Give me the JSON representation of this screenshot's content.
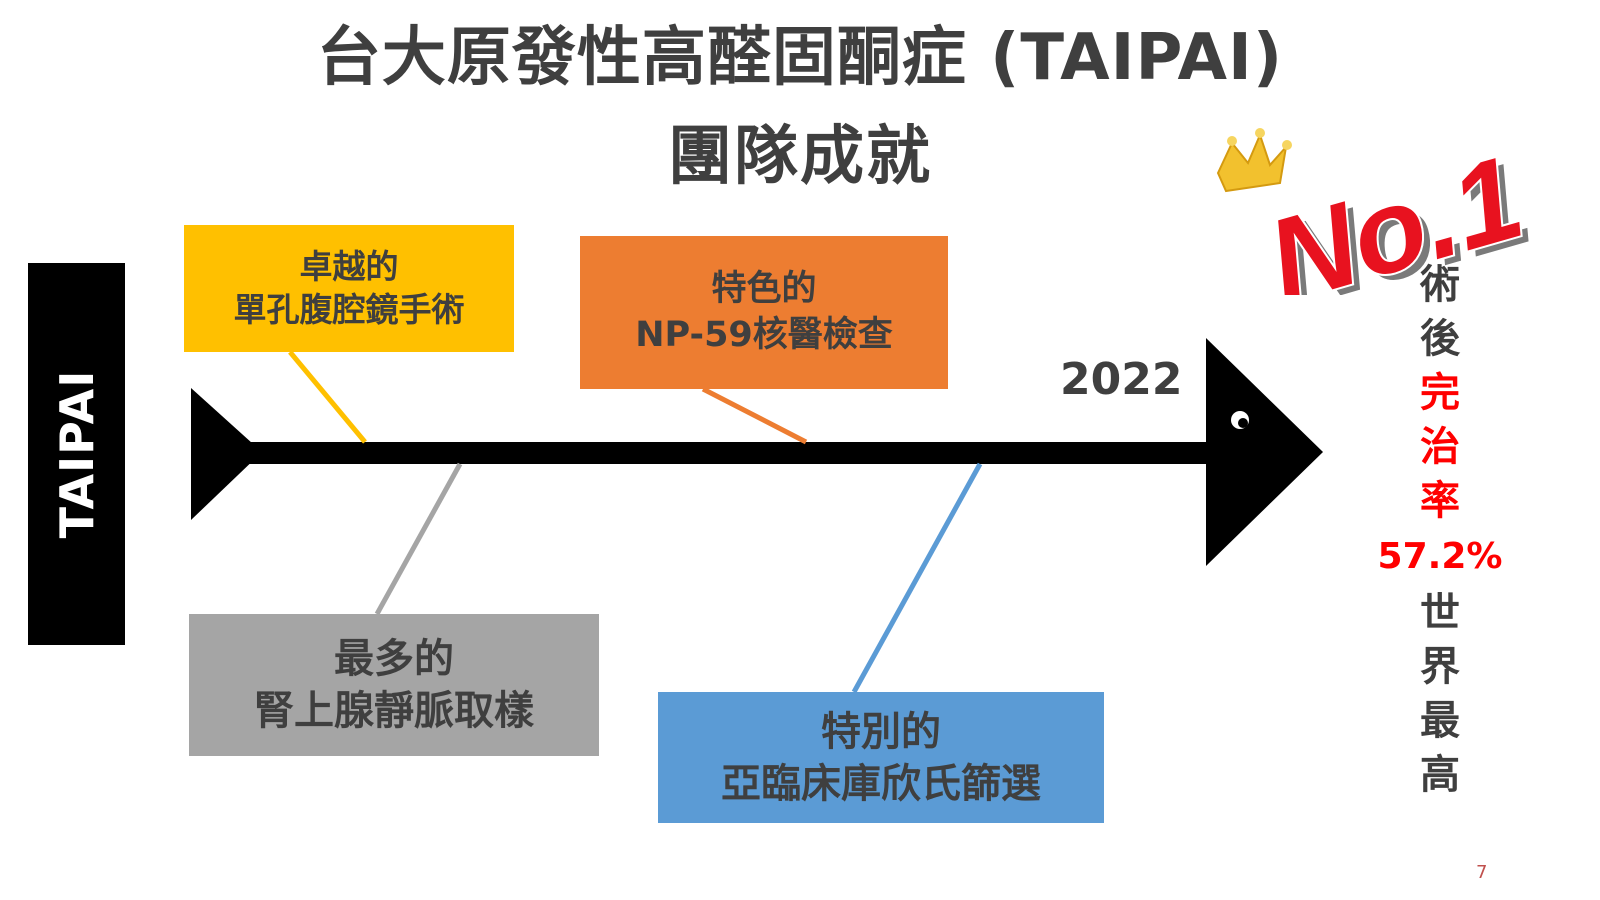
{
  "title": {
    "line1": "台大原發性高醛固酮症 (TAIPAI)",
    "line2": "團隊成就"
  },
  "side_label": "TAIPAI",
  "year": "2022",
  "boxes": {
    "surgery": {
      "line1": "卓越的",
      "line2": "單孔腹腔鏡手術",
      "color": "#ffc000"
    },
    "np59": {
      "line1": "特色的",
      "line2": "NP-59核醫檢查",
      "color": "#ed7d31"
    },
    "avs": {
      "line1": "最多的",
      "line2": "腎上腺靜脈取樣",
      "color": "#a5a5a5"
    },
    "screening": {
      "line1": "特別的",
      "line2": "亞臨床庫欣氏篩選",
      "color": "#5b9bd5"
    }
  },
  "badge": {
    "text": "No.1",
    "icon": "crown-icon"
  },
  "stat": {
    "chars_before": [
      "術",
      "後"
    ],
    "chars_red": [
      "完",
      "治",
      "率"
    ],
    "value": "57.2%",
    "chars_after": [
      "世",
      "界",
      "最",
      "高"
    ]
  },
  "page_number": "7"
}
